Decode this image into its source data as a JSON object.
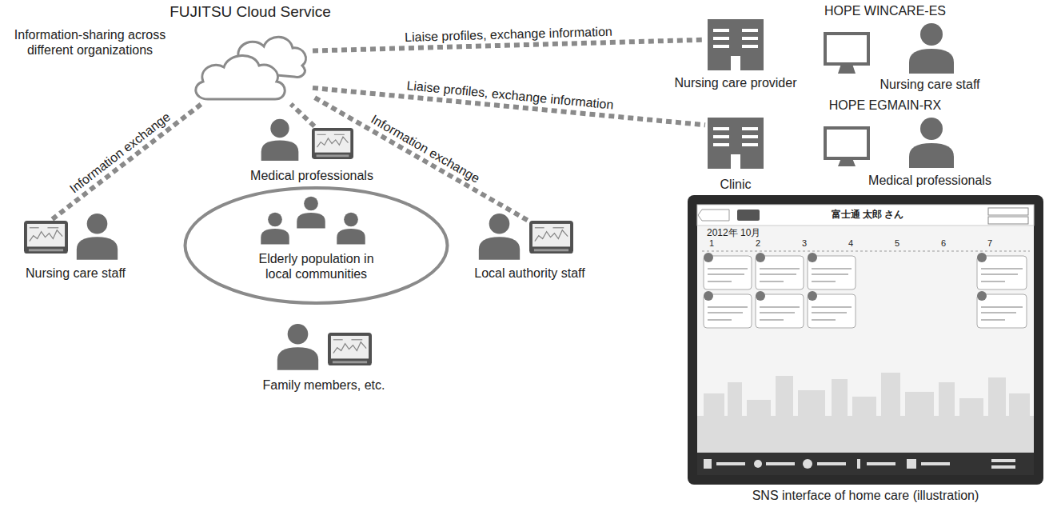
{
  "diagram": {
    "nodes": [
      {
        "text": [
          "FUJITSU Cloud Service"
        ]
      },
      {
        "text": [
          "Nursing care provider"
        ]
      },
      {
        "text": [
          "Clinic"
        ]
      },
      {
        "text": [
          "Medical professionals"
        ]
      },
      {
        "text": [
          "Nursing care staff"
        ]
      },
      {
        "text": [
          "Elderly population in local communities"
        ]
      },
      {
        "text": [
          "Local authority staff"
        ]
      },
      {
        "text": [
          "Family members, etc."
        ]
      },
      {
        "text": [
          "SNS interface of home care (illustration)"
        ]
      }
    ],
    "edges": [
      {
        "from": 0,
        "to": 1,
        "label": "Liaise profiles, exchange information",
        "arrow": "none"
      },
      {
        "from": 0,
        "to": 2,
        "label": "Liaise profiles, exchange information",
        "arrow": "none"
      },
      {
        "from": 4,
        "to": 0,
        "label": "Information exchange",
        "arrow": "none"
      },
      {
        "from": 3,
        "to": 0,
        "arrow": "none"
      },
      {
        "from": 6,
        "to": 0,
        "label": "Information exchange",
        "arrow": "none"
      }
    ],
    "labels": [
      "Information-sharing across different organizations",
      "HOPE WINCARE-ES",
      "Nursing care staff",
      "HOPE EGMAIN-RX",
      "Medical professionals",
      "富士通 太郎 さん",
      "2012年 10月",
      "1",
      "2",
      "3",
      "4",
      "5",
      "6",
      "7"
    ]
  }
}
